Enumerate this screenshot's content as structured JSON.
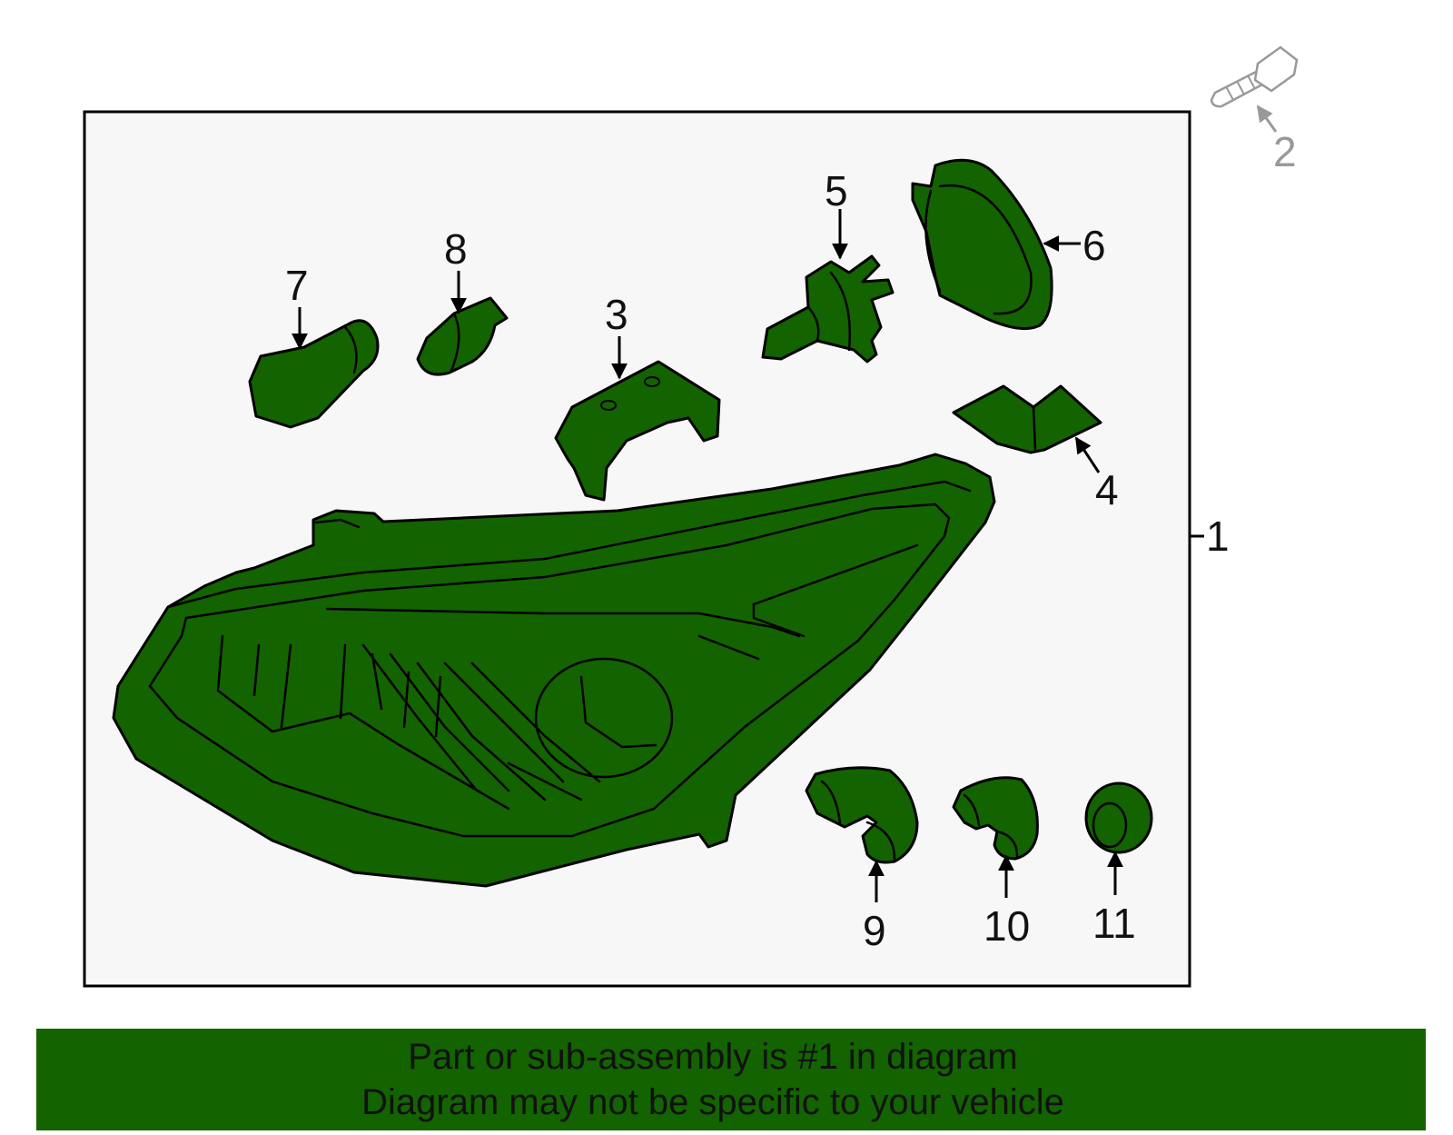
{
  "callouts": {
    "c1": "1",
    "c2": "2",
    "c3": "3",
    "c4": "4",
    "c5": "5",
    "c6": "6",
    "c7": "7",
    "c8": "8",
    "c9": "9",
    "c10": "10",
    "c11": "11"
  },
  "banner": {
    "line1": "Part or sub-assembly is #1 in diagram",
    "line2": "Diagram may not be specific to your vehicle"
  },
  "colors": {
    "part_fill": "#136300",
    "frame_fill": "#f7f7f7",
    "banner_bg": "#136300",
    "grey_part": "#999999"
  }
}
